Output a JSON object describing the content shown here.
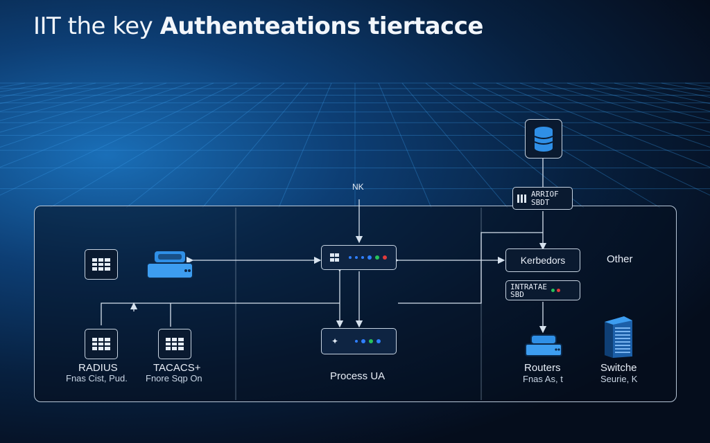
{
  "title": {
    "prefix": "IIT the key ",
    "emphasis": "Authenteations tiertacce"
  },
  "labels": {
    "nk": "NK",
    "arriof_line1": "ARRIOF",
    "arriof_line2": "SBDT",
    "kerberos": "Kerbedors",
    "other": "Other",
    "intrane_line1": "INTRATAE",
    "intrane_line2": "SBD",
    "radius": "RADIUS",
    "radius_sub": "Fnas Cist, Pud.",
    "tacacs": "TACACS+",
    "tacacs_sub": "Fnore Sqp On",
    "process": "Process UA",
    "routers": "Routers",
    "routers_sub": "Fnas As, t",
    "switche": "Switche",
    "switche_sub": "Seurie, K"
  },
  "colors": {
    "accent": "#2f8fe6",
    "line": "#c7d4e2",
    "led_blue": "#2f7fff",
    "led_green": "#27c25a",
    "led_red": "#e23b3b"
  },
  "icons": {
    "database": "database-icon",
    "grid": "grid-icon",
    "router": "router-icon",
    "switch_unit": "network-switch-icon",
    "server": "server-rack-icon"
  }
}
